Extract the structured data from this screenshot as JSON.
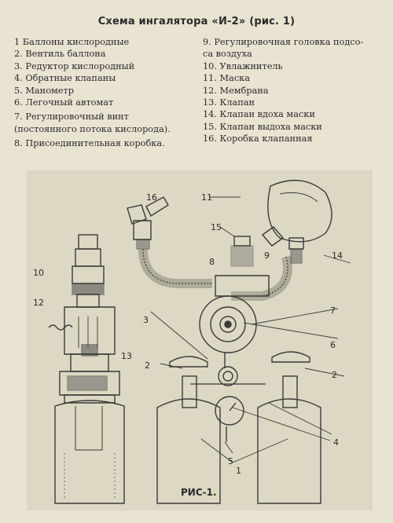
{
  "title": "Схема ингалятора «И-2» (рис. 1)",
  "legend_left": [
    "1  Баллоны кислородные",
    "2. Вентиль баллона",
    "3. Редуктор кислородный",
    "4. Обратные клапаны",
    "5. Манометр",
    "6. Легочный автомат",
    "7. Регулировочный винт",
    "(постоянного потока кислорода).",
    "8.  Присоединительная коробка."
  ],
  "legend_right": [
    "9. Регулировочная головка подсо-",
    "са воздуха",
    "10. Увлажнитель",
    "11. Маска",
    "12. Мембрана",
    "13. Клапан",
    "14. Клапан вдоха маски",
    "15. Клапан выдоха маски",
    "16. Коробка клапанная"
  ],
  "callouts": [
    "16",
    "11",
    "15",
    "8",
    "9",
    "14",
    "10",
    "12",
    "7",
    "3",
    "6",
    "13",
    "2",
    "2",
    "4",
    "5",
    "1"
  ],
  "figure_caption": "РИС-1.",
  "colors": {
    "paper": "#e9e3d2",
    "figure_bg": "#dcd8c3",
    "ink": "#3a3a3a"
  }
}
